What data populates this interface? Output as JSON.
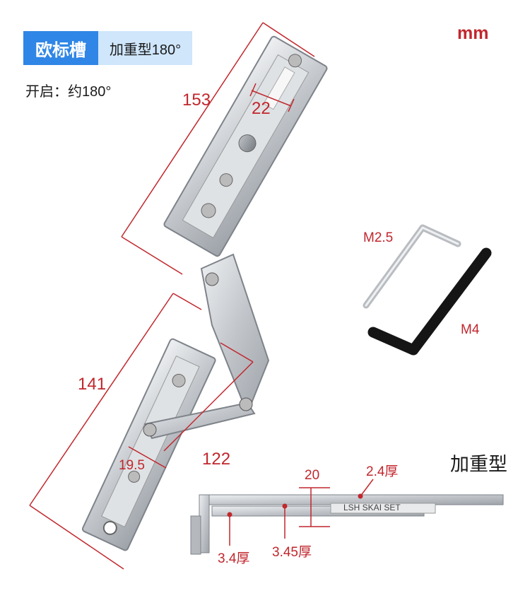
{
  "header": {
    "tag_primary": "欧标槽",
    "tag_secondary": "加重型180°",
    "opening": "开启：约180°",
    "unit": "mm"
  },
  "dimensions": {
    "upper_arm_length": "153",
    "upper_width": "22",
    "lower_arm_length": "141",
    "lower_link_length": "122",
    "lower_width": "19.5"
  },
  "tools": {
    "small_key": "M2.5",
    "large_key": "M4"
  },
  "side_view": {
    "title": "加重型",
    "gap": "20",
    "thickness_top": "2.4厚",
    "thickness_mid": "3.45厚",
    "thickness_left": "3.4厚",
    "engraving": "LSH SKAI SET"
  },
  "colors": {
    "accent_red": "#c1272d",
    "tag_blue": "#2f86e6",
    "tag_light": "#cfe6fb",
    "steel": "#c9cdd2"
  }
}
